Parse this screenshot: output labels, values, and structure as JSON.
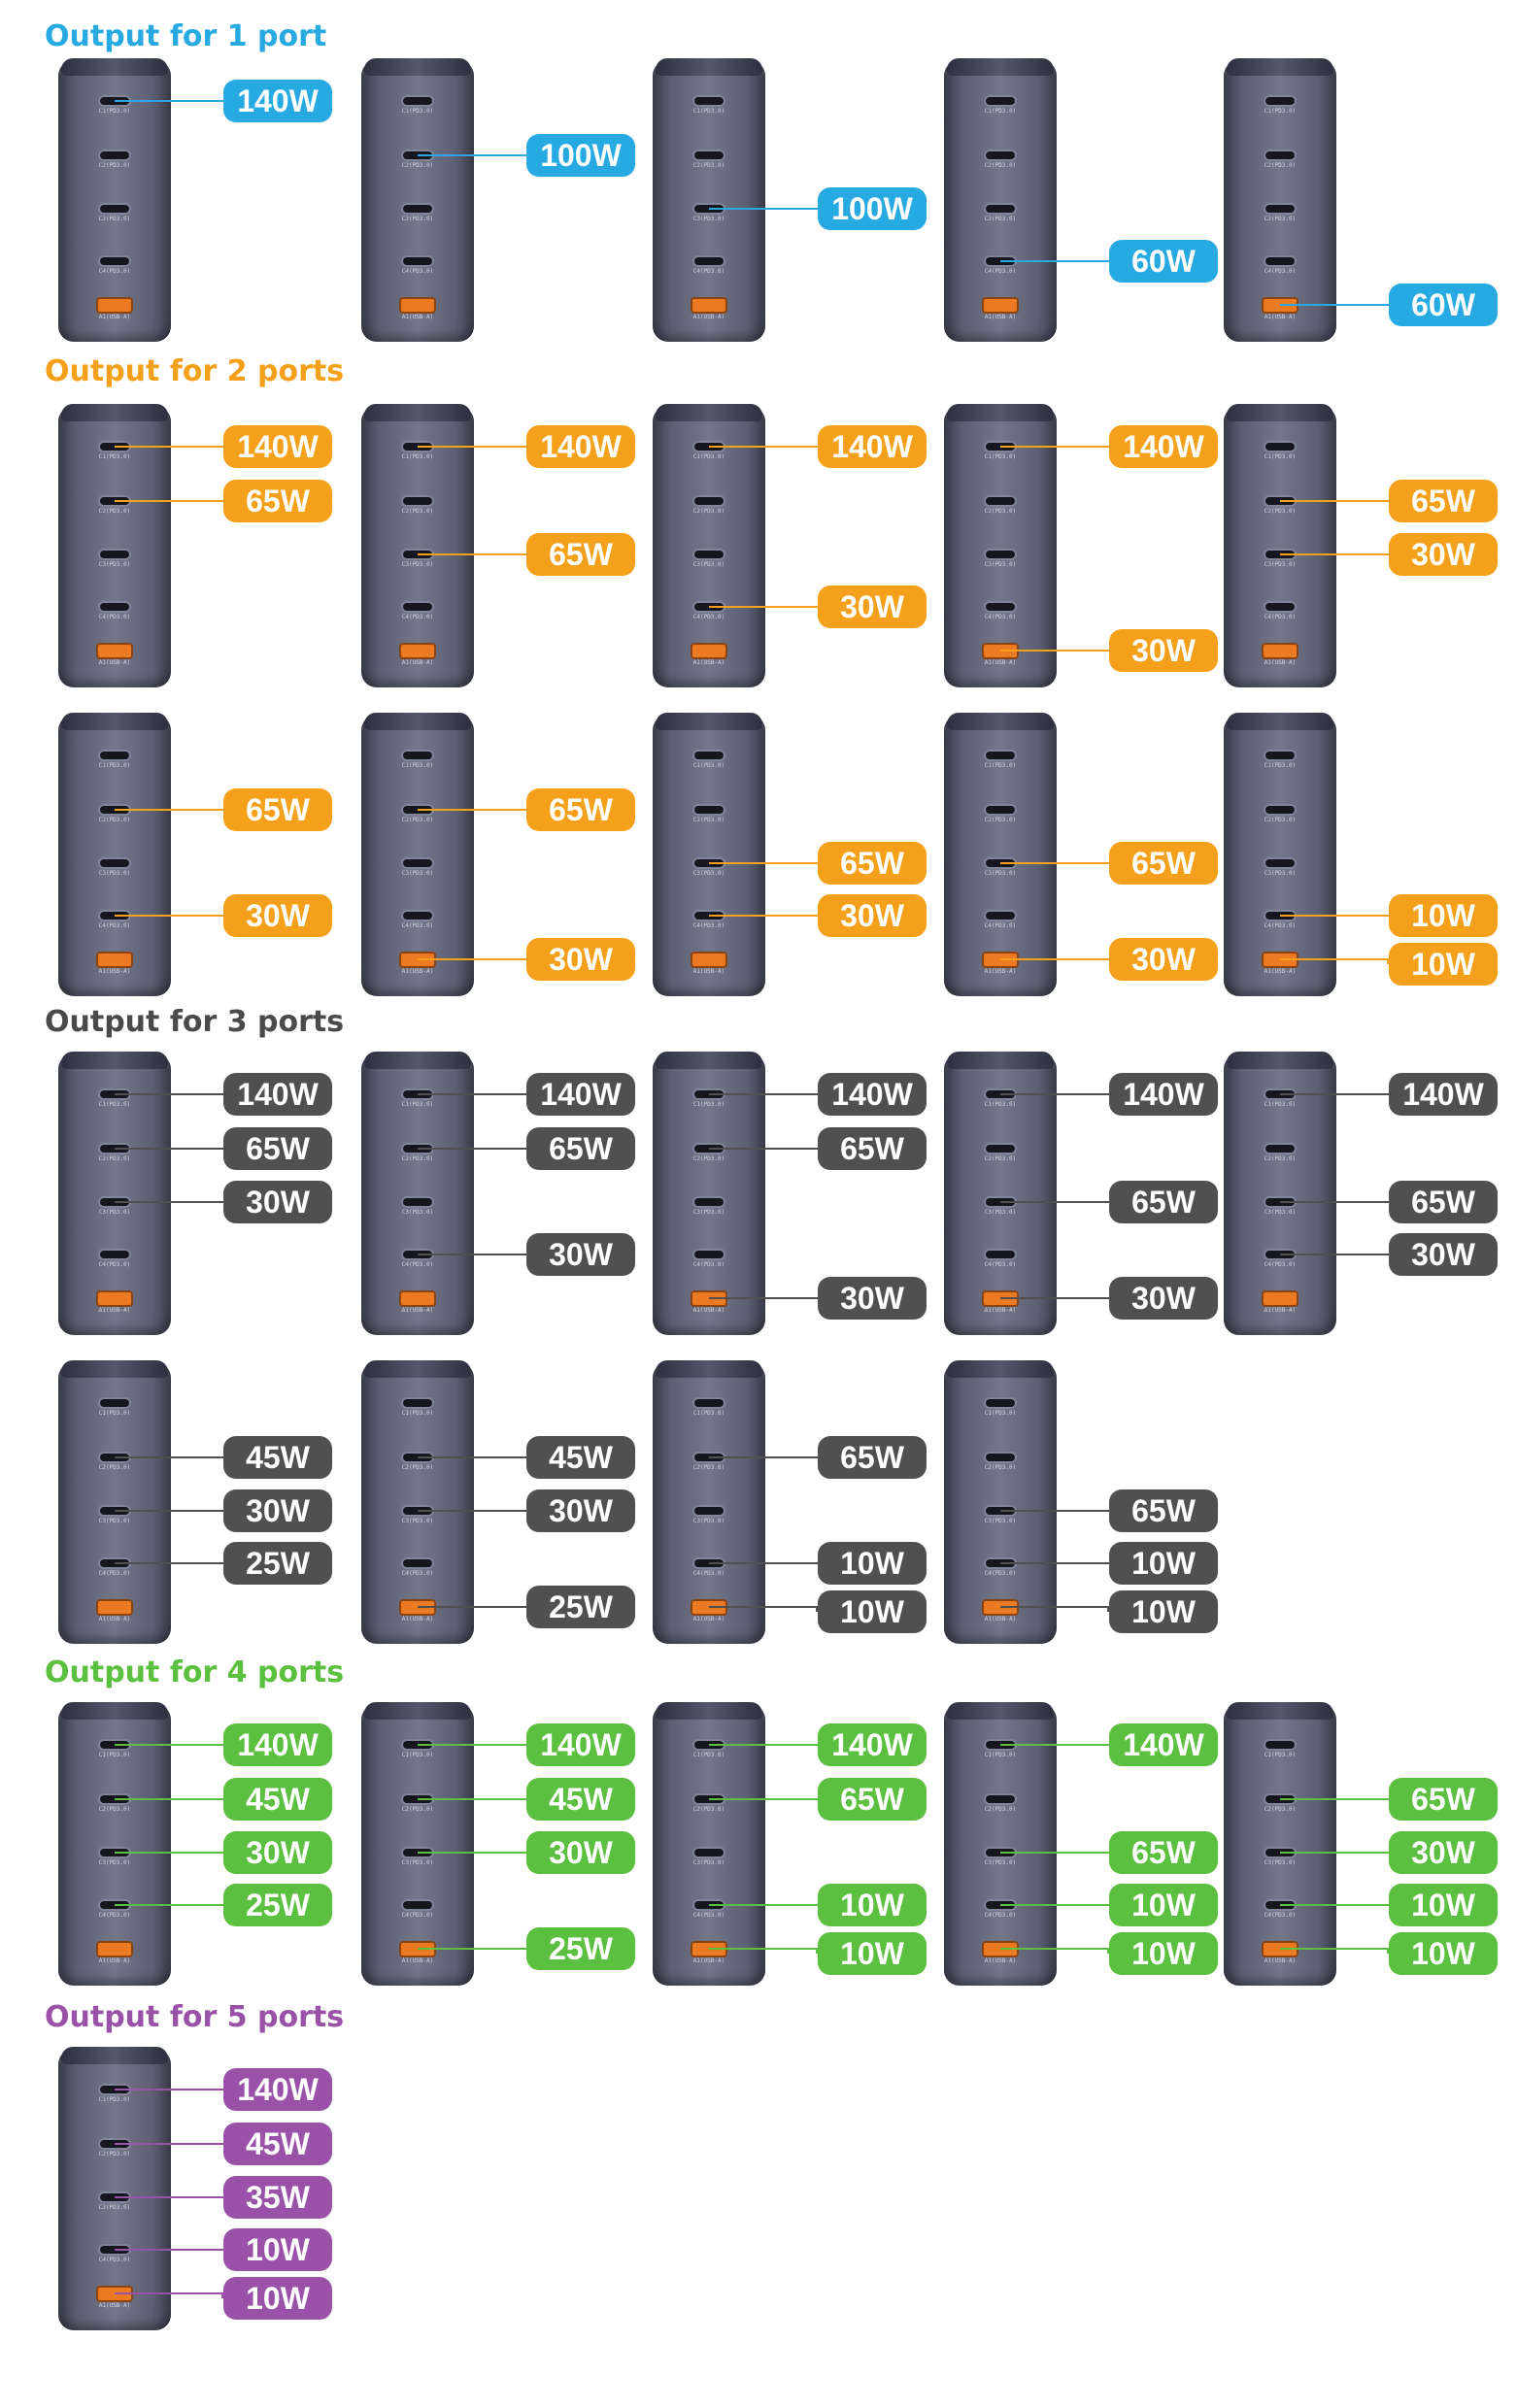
{
  "port_labels": [
    "C1(PD3.0)",
    "C2(PD3.0)",
    "C3(PD3.0)",
    "C4(PD3.0)",
    "A1(USB-A)"
  ],
  "sections": [
    {
      "title": "Output for 1 port",
      "color": "#27a9e1",
      "title_color": "#27a9e1",
      "configs": [
        {
          "outputs": [
            {
              "port": 0,
              "watts": "140W"
            }
          ]
        },
        {
          "outputs": [
            {
              "port": 1,
              "watts": "100W"
            }
          ]
        },
        {
          "outputs": [
            {
              "port": 2,
              "watts": "100W"
            }
          ]
        },
        {
          "outputs": [
            {
              "port": 3,
              "watts": "60W"
            }
          ]
        },
        {
          "outputs": [
            {
              "port": 4,
              "watts": "60W"
            }
          ]
        }
      ]
    },
    {
      "title": "Output for 2 ports",
      "color": "#f5a01a",
      "title_color": "#f5a01a",
      "configs": [
        {
          "outputs": [
            {
              "port": 0,
              "watts": "140W"
            },
            {
              "port": 1,
              "watts": "65W"
            }
          ]
        },
        {
          "outputs": [
            {
              "port": 0,
              "watts": "140W"
            },
            {
              "port": 2,
              "watts": "65W"
            }
          ]
        },
        {
          "outputs": [
            {
              "port": 0,
              "watts": "140W"
            },
            {
              "port": 3,
              "watts": "30W"
            }
          ]
        },
        {
          "outputs": [
            {
              "port": 0,
              "watts": "140W"
            },
            {
              "port": 4,
              "watts": "30W"
            }
          ]
        },
        {
          "outputs": [
            {
              "port": 1,
              "watts": "65W"
            },
            {
              "port": 2,
              "watts": "30W"
            }
          ]
        },
        {
          "outputs": [
            {
              "port": 1,
              "watts": "65W"
            },
            {
              "port": 3,
              "watts": "30W"
            }
          ]
        },
        {
          "outputs": [
            {
              "port": 1,
              "watts": "65W"
            },
            {
              "port": 4,
              "watts": "30W"
            }
          ]
        },
        {
          "outputs": [
            {
              "port": 2,
              "watts": "65W"
            },
            {
              "port": 3,
              "watts": "30W"
            }
          ]
        },
        {
          "outputs": [
            {
              "port": 2,
              "watts": "65W"
            },
            {
              "port": 4,
              "watts": "30W"
            }
          ]
        },
        {
          "outputs": [
            {
              "port": 3,
              "watts": "10W"
            },
            {
              "port": 4,
              "watts": "10W"
            }
          ]
        }
      ]
    },
    {
      "title": "Output for 3 ports",
      "color": "#505050",
      "title_color": "#4a4a4a",
      "configs": [
        {
          "outputs": [
            {
              "port": 0,
              "watts": "140W"
            },
            {
              "port": 1,
              "watts": "65W"
            },
            {
              "port": 2,
              "watts": "30W"
            }
          ]
        },
        {
          "outputs": [
            {
              "port": 0,
              "watts": "140W"
            },
            {
              "port": 1,
              "watts": "65W"
            },
            {
              "port": 3,
              "watts": "30W"
            }
          ]
        },
        {
          "outputs": [
            {
              "port": 0,
              "watts": "140W"
            },
            {
              "port": 1,
              "watts": "65W"
            },
            {
              "port": 4,
              "watts": "30W"
            }
          ]
        },
        {
          "outputs": [
            {
              "port": 0,
              "watts": "140W"
            },
            {
              "port": 2,
              "watts": "65W"
            },
            {
              "port": 4,
              "watts": "30W"
            }
          ]
        },
        {
          "outputs": [
            {
              "port": 0,
              "watts": "140W"
            },
            {
              "port": 2,
              "watts": "65W"
            },
            {
              "port": 3,
              "watts": "30W"
            }
          ]
        },
        {
          "outputs": [
            {
              "port": 1,
              "watts": "45W"
            },
            {
              "port": 2,
              "watts": "30W"
            },
            {
              "port": 3,
              "watts": "25W"
            }
          ]
        },
        {
          "outputs": [
            {
              "port": 1,
              "watts": "45W"
            },
            {
              "port": 2,
              "watts": "30W"
            },
            {
              "port": 4,
              "watts": "25W"
            }
          ]
        },
        {
          "outputs": [
            {
              "port": 1,
              "watts": "65W"
            },
            {
              "port": 3,
              "watts": "10W"
            },
            {
              "port": 4,
              "watts": "10W"
            }
          ]
        },
        {
          "outputs": [
            {
              "port": 2,
              "watts": "65W"
            },
            {
              "port": 3,
              "watts": "10W"
            },
            {
              "port": 4,
              "watts": "10W"
            }
          ]
        }
      ]
    },
    {
      "title": "Output for 4 ports",
      "color": "#5bbf3f",
      "title_color": "#5bbf3f",
      "configs": [
        {
          "outputs": [
            {
              "port": 0,
              "watts": "140W"
            },
            {
              "port": 1,
              "watts": "45W"
            },
            {
              "port": 2,
              "watts": "30W"
            },
            {
              "port": 3,
              "watts": "25W"
            }
          ]
        },
        {
          "outputs": [
            {
              "port": 0,
              "watts": "140W"
            },
            {
              "port": 1,
              "watts": "45W"
            },
            {
              "port": 2,
              "watts": "30W"
            },
            {
              "port": 4,
              "watts": "25W"
            }
          ]
        },
        {
          "outputs": [
            {
              "port": 0,
              "watts": "140W"
            },
            {
              "port": 1,
              "watts": "65W"
            },
            {
              "port": 3,
              "watts": "10W"
            },
            {
              "port": 4,
              "watts": "10W"
            }
          ]
        },
        {
          "outputs": [
            {
              "port": 0,
              "watts": "140W"
            },
            {
              "port": 2,
              "watts": "65W"
            },
            {
              "port": 3,
              "watts": "10W"
            },
            {
              "port": 4,
              "watts": "10W"
            }
          ]
        },
        {
          "outputs": [
            {
              "port": 1,
              "watts": "65W"
            },
            {
              "port": 2,
              "watts": "30W"
            },
            {
              "port": 3,
              "watts": "10W"
            },
            {
              "port": 4,
              "watts": "10W"
            }
          ]
        }
      ]
    },
    {
      "title": "Output for 5 ports",
      "color": "#9a52a8",
      "title_color": "#9a52a8",
      "configs": [
        {
          "outputs": [
            {
              "port": 0,
              "watts": "140W"
            },
            {
              "port": 1,
              "watts": "45W"
            },
            {
              "port": 2,
              "watts": "35W"
            },
            {
              "port": 3,
              "watts": "10W"
            },
            {
              "port": 4,
              "watts": "10W"
            }
          ]
        }
      ]
    }
  ]
}
